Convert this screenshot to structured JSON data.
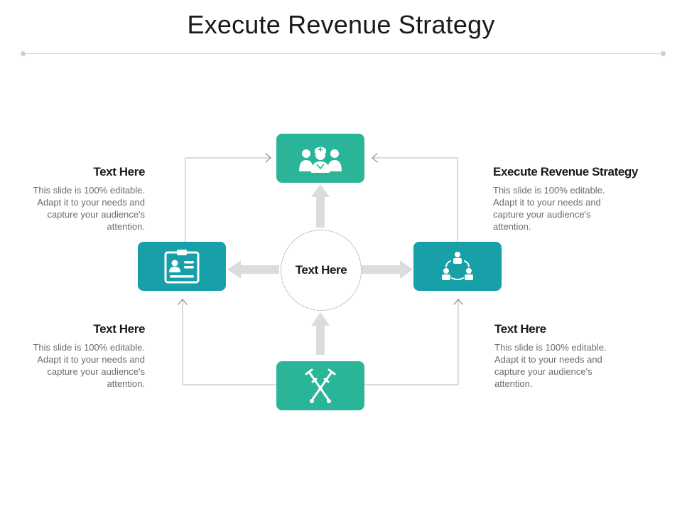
{
  "title": "Execute Revenue Strategy",
  "center_label": "Text Here",
  "colors": {
    "green": "#2bb598",
    "teal": "#17a0a8",
    "arrow": "#dcdcdc",
    "connector": "#b7b7b7"
  },
  "nodes": {
    "top": {
      "icon": "medical-team-icon"
    },
    "left": {
      "icon": "id-card-icon"
    },
    "right": {
      "icon": "team-network-icon"
    },
    "bottom": {
      "icon": "crossed-crutches-icon"
    }
  },
  "blocks": {
    "top_left": {
      "heading": "Text Here",
      "body": "This slide is 100% editable. Adapt it to your needs and capture your audience's attention."
    },
    "top_right": {
      "heading": "Execute Revenue Strategy",
      "body": "This slide is 100% editable. Adapt it to your needs and capture your audience's attention."
    },
    "bottom_left": {
      "heading": "Text Here",
      "body": "This slide is 100% editable. Adapt it to your needs and capture your audience's attention."
    },
    "bottom_right": {
      "heading": "Text Here",
      "body": "This slide is 100% editable. Adapt it to your needs and capture your audience's attention."
    }
  }
}
